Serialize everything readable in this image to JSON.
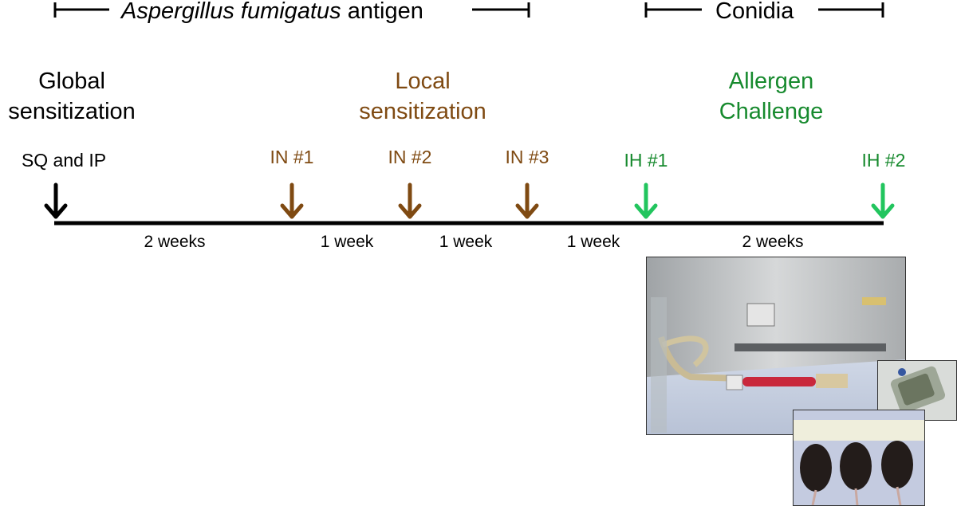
{
  "header": {
    "antigen_italic": "Aspergillus fumigatus",
    "antigen_rest": " antigen",
    "conidia": "Conidia"
  },
  "phases": {
    "global": "Global\nsensitization",
    "local": "Local\nsensitization",
    "challenge": "Allergen\nChallenge"
  },
  "events": {
    "sq_ip": "SQ and IP",
    "in1": "IN #1",
    "in2": "IN #2",
    "in3": "IN #3",
    "ih1": "IH #1",
    "ih2": "IH #2"
  },
  "durations": [
    "2 weeks",
    "1 week",
    "1 week",
    "1 week",
    "2 weeks"
  ],
  "colors": {
    "global": "#000000",
    "local": "#7f4a12",
    "challenge": "#178a2e",
    "challenge_arrow": "#22c55e"
  },
  "photos": {
    "main": "exposure-chamber-photo",
    "inset_small": "conidia-chamber-photo",
    "inset_mice": "mice-photo"
  }
}
